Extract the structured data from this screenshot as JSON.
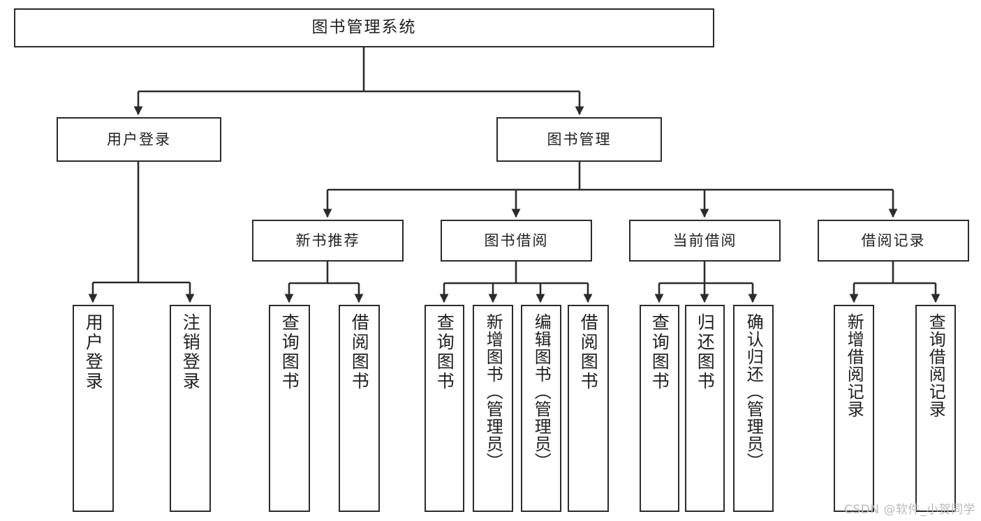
{
  "diagram": {
    "title": "图书管理系统",
    "type": "tree",
    "watermark": "CSDN @软件_小贺同学",
    "line_color": "#2b2b2b",
    "box_fill": "#ffffff",
    "text_color": "#1f1f1f",
    "watermark_color": "#b9b9b9"
  },
  "nodes": {
    "root": {
      "label": "图书管理系统"
    },
    "level2": [
      {
        "label": "用户登录"
      },
      {
        "label": "图书管理"
      }
    ],
    "level3": [
      {
        "label": "新书推荐"
      },
      {
        "label": "图书借阅"
      },
      {
        "label": "当前借阅"
      },
      {
        "label": "借阅记录"
      }
    ],
    "leaves": {
      "user_login": [
        {
          "label": "用户登录"
        },
        {
          "label": "注销登录"
        }
      ],
      "new_book": [
        {
          "label": "查询图书"
        },
        {
          "label": "借阅图书"
        }
      ],
      "book_borrow": [
        {
          "label": "查询图书"
        },
        {
          "label": "新增图书（管理员）"
        },
        {
          "label": "编辑图书（管理员）"
        },
        {
          "label": "借阅图书"
        }
      ],
      "current_borrow": [
        {
          "label": "查询图书"
        },
        {
          "label": "归还图书"
        },
        {
          "label": "确认归还（管理员）"
        }
      ],
      "borrow_record": [
        {
          "label": "新增借阅记录"
        },
        {
          "label": "查询借阅记录"
        }
      ]
    }
  }
}
